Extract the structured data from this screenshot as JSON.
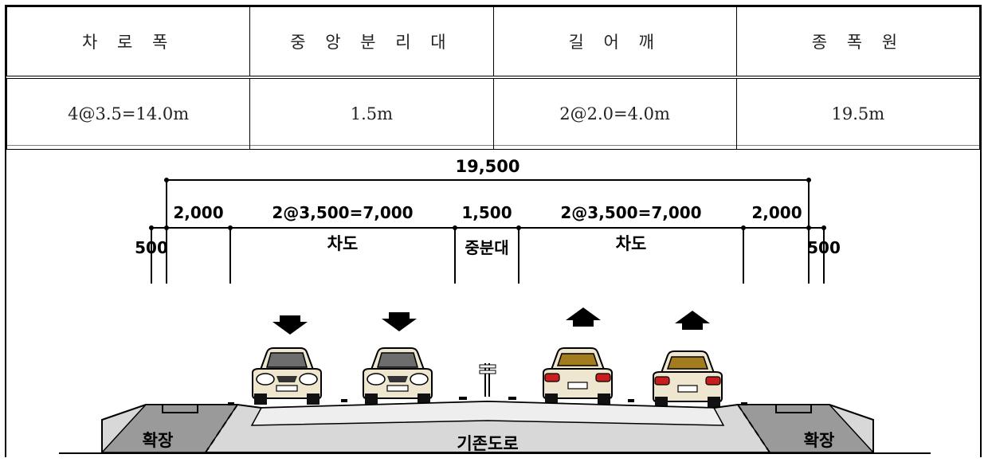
{
  "table": {
    "headers": [
      "차 로 폭",
      "중 앙 분 리 대",
      "길 어 깨",
      "종 폭 원"
    ],
    "values": [
      "4@3.5=14.0m",
      "1.5m",
      "2@2.0=4.0m",
      "19.5m"
    ]
  },
  "diagram": {
    "total_width": "19,500",
    "dims": {
      "shoulder_left": "2,000",
      "lanes_left": "2@3,500=7,000",
      "median": "1,500",
      "lanes_right": "2@3,500=7,000",
      "shoulder_right": "2,000",
      "edge_left": "500",
      "edge_right": "500"
    },
    "labels": {
      "lane_left": "차도",
      "median": "중분대",
      "lane_right": "차도",
      "widen_left": "확장",
      "existing_road": "기존도로",
      "widen_right": "확장"
    },
    "colors": {
      "ink": "#000000",
      "car_body": "#efe6cf",
      "taillight": "#c81e1e",
      "road_top": "#d8d8d8",
      "road_side": "#9a9a9a"
    }
  }
}
